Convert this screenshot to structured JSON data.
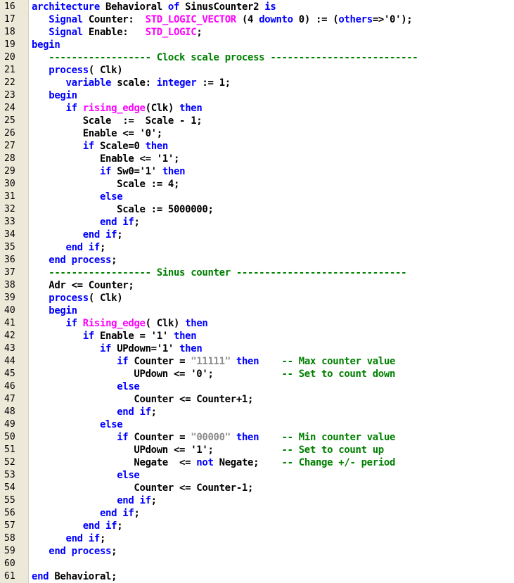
{
  "editor": {
    "language": "VHDL",
    "colors": {
      "keyword": "#0000ff",
      "type_function": "#ff00ff",
      "comment": "#008000",
      "string": "#8c8c8c",
      "text": "#000000",
      "gutter_bg": "#ece9d8"
    },
    "lines": [
      {
        "n": "16",
        "t": [
          [
            "kw",
            "architecture"
          ],
          [
            "tx",
            " Behavioral "
          ],
          [
            "kw",
            "of"
          ],
          [
            "tx",
            " SinusCounter2 "
          ],
          [
            "kw",
            "is"
          ]
        ]
      },
      {
        "n": "17",
        "t": [
          [
            "tx",
            "   "
          ],
          [
            "kw",
            "Signal"
          ],
          [
            "tx",
            " Counter:  "
          ],
          [
            "ty",
            "STD_LOGIC_VECTOR"
          ],
          [
            "tx",
            " (4 "
          ],
          [
            "kw",
            "downto"
          ],
          [
            "tx",
            " 0) := ("
          ],
          [
            "kw",
            "others"
          ],
          [
            "tx",
            "=>'0');"
          ]
        ]
      },
      {
        "n": "18",
        "t": [
          [
            "tx",
            "   "
          ],
          [
            "kw",
            "Signal"
          ],
          [
            "tx",
            " Enable:   "
          ],
          [
            "ty",
            "STD_LOGIC"
          ],
          [
            "tx",
            ";"
          ]
        ]
      },
      {
        "n": "19",
        "t": [
          [
            "kw",
            "begin"
          ]
        ]
      },
      {
        "n": "20",
        "t": [
          [
            "tx",
            "   "
          ],
          [
            "cm",
            "------------------ Clock scale process --------------------------"
          ]
        ]
      },
      {
        "n": "21",
        "t": [
          [
            "tx",
            "   "
          ],
          [
            "kw",
            "process"
          ],
          [
            "tx",
            "( Clk)"
          ]
        ]
      },
      {
        "n": "22",
        "t": [
          [
            "tx",
            "      "
          ],
          [
            "kw",
            "variable"
          ],
          [
            "tx",
            " scale: "
          ],
          [
            "kw",
            "integer"
          ],
          [
            "tx",
            " := 1;"
          ]
        ]
      },
      {
        "n": "23",
        "t": [
          [
            "tx",
            "   "
          ],
          [
            "kw",
            "begin"
          ]
        ]
      },
      {
        "n": "24",
        "t": [
          [
            "tx",
            "      "
          ],
          [
            "kw",
            "if"
          ],
          [
            "tx",
            " "
          ],
          [
            "ty",
            "rising_edge"
          ],
          [
            "tx",
            "(Clk) "
          ],
          [
            "kw",
            "then"
          ]
        ]
      },
      {
        "n": "25",
        "t": [
          [
            "tx",
            "         Scale  :=  Scale - 1;"
          ]
        ]
      },
      {
        "n": "26",
        "t": [
          [
            "tx",
            "         Enable <= '0';"
          ]
        ]
      },
      {
        "n": "27",
        "t": [
          [
            "tx",
            "         "
          ],
          [
            "kw",
            "if"
          ],
          [
            "tx",
            " Scale=0 "
          ],
          [
            "kw",
            "then"
          ]
        ]
      },
      {
        "n": "28",
        "t": [
          [
            "tx",
            "            Enable <= '1';"
          ]
        ]
      },
      {
        "n": "29",
        "t": [
          [
            "tx",
            "            "
          ],
          [
            "kw",
            "if"
          ],
          [
            "tx",
            " Sw0='1' "
          ],
          [
            "kw",
            "then"
          ]
        ]
      },
      {
        "n": "30",
        "t": [
          [
            "tx",
            "               Scale := 4;"
          ]
        ]
      },
      {
        "n": "31",
        "t": [
          [
            "tx",
            "            "
          ],
          [
            "kw",
            "else"
          ]
        ]
      },
      {
        "n": "32",
        "t": [
          [
            "tx",
            "               Scale := 5000000;"
          ]
        ]
      },
      {
        "n": "33",
        "t": [
          [
            "tx",
            "            "
          ],
          [
            "kw",
            "end if"
          ],
          [
            "tx",
            ";"
          ]
        ]
      },
      {
        "n": "34",
        "t": [
          [
            "tx",
            "         "
          ],
          [
            "kw",
            "end if"
          ],
          [
            "tx",
            ";"
          ]
        ]
      },
      {
        "n": "35",
        "t": [
          [
            "tx",
            "      "
          ],
          [
            "kw",
            "end if"
          ],
          [
            "tx",
            ";"
          ]
        ]
      },
      {
        "n": "36",
        "t": [
          [
            "tx",
            "   "
          ],
          [
            "kw",
            "end process"
          ],
          [
            "tx",
            ";"
          ]
        ]
      },
      {
        "n": "37",
        "t": [
          [
            "tx",
            "   "
          ],
          [
            "cm",
            "------------------ Sinus counter ------------------------------"
          ]
        ]
      },
      {
        "n": "38",
        "t": [
          [
            "tx",
            "   Adr <= Counter;"
          ]
        ]
      },
      {
        "n": "39",
        "t": [
          [
            "tx",
            "   "
          ],
          [
            "kw",
            "process"
          ],
          [
            "tx",
            "( Clk)"
          ]
        ]
      },
      {
        "n": "40",
        "t": [
          [
            "tx",
            "   "
          ],
          [
            "kw",
            "begin"
          ]
        ]
      },
      {
        "n": "41",
        "t": [
          [
            "tx",
            "      "
          ],
          [
            "kw",
            "if"
          ],
          [
            "tx",
            " "
          ],
          [
            "ty",
            "Rising_edge"
          ],
          [
            "tx",
            "( Clk) "
          ],
          [
            "kw",
            "then"
          ]
        ]
      },
      {
        "n": "42",
        "t": [
          [
            "tx",
            "         "
          ],
          [
            "kw",
            "if"
          ],
          [
            "tx",
            " Enable = '1' "
          ],
          [
            "kw",
            "then"
          ]
        ]
      },
      {
        "n": "43",
        "t": [
          [
            "tx",
            "            "
          ],
          [
            "kw",
            "if"
          ],
          [
            "tx",
            " UPdown='1' "
          ],
          [
            "kw",
            "then"
          ]
        ]
      },
      {
        "n": "44",
        "t": [
          [
            "tx",
            "               "
          ],
          [
            "kw",
            "if"
          ],
          [
            "tx",
            " Counter = "
          ],
          [
            "st",
            "\"11111\""
          ],
          [
            "tx",
            " "
          ],
          [
            "kw",
            "then"
          ],
          [
            "tx",
            "    "
          ],
          [
            "cm",
            "-- Max counter value"
          ]
        ]
      },
      {
        "n": "45",
        "t": [
          [
            "tx",
            "                  UPdown <= '0';            "
          ],
          [
            "cm",
            "-- Set to count down"
          ]
        ]
      },
      {
        "n": "46",
        "t": [
          [
            "tx",
            "               "
          ],
          [
            "kw",
            "else"
          ]
        ]
      },
      {
        "n": "47",
        "t": [
          [
            "tx",
            "                  Counter <= Counter+1;"
          ]
        ]
      },
      {
        "n": "48",
        "t": [
          [
            "tx",
            "               "
          ],
          [
            "kw",
            "end if"
          ],
          [
            "tx",
            ";"
          ]
        ]
      },
      {
        "n": "49",
        "t": [
          [
            "tx",
            "            "
          ],
          [
            "kw",
            "else"
          ]
        ]
      },
      {
        "n": "50",
        "t": [
          [
            "tx",
            "               "
          ],
          [
            "kw",
            "if"
          ],
          [
            "tx",
            " Counter = "
          ],
          [
            "st",
            "\"00000\""
          ],
          [
            "tx",
            " "
          ],
          [
            "kw",
            "then"
          ],
          [
            "tx",
            "    "
          ],
          [
            "cm",
            "-- Min counter value"
          ]
        ]
      },
      {
        "n": "51",
        "t": [
          [
            "tx",
            "                  UPdown <= '1';            "
          ],
          [
            "cm",
            "-- Set to count up"
          ]
        ]
      },
      {
        "n": "52",
        "t": [
          [
            "tx",
            "                  Negate  <= "
          ],
          [
            "kw",
            "not"
          ],
          [
            "tx",
            " Negate;    "
          ],
          [
            "cm",
            "-- Change +/- period"
          ]
        ]
      },
      {
        "n": "53",
        "t": [
          [
            "tx",
            "               "
          ],
          [
            "kw",
            "else"
          ]
        ]
      },
      {
        "n": "54",
        "t": [
          [
            "tx",
            "                  Counter <= Counter-1;"
          ]
        ]
      },
      {
        "n": "55",
        "t": [
          [
            "tx",
            "               "
          ],
          [
            "kw",
            "end if"
          ],
          [
            "tx",
            ";"
          ]
        ]
      },
      {
        "n": "56",
        "t": [
          [
            "tx",
            "            "
          ],
          [
            "kw",
            "end if"
          ],
          [
            "tx",
            ";"
          ]
        ]
      },
      {
        "n": "57",
        "t": [
          [
            "tx",
            "         "
          ],
          [
            "kw",
            "end if"
          ],
          [
            "tx",
            ";"
          ]
        ]
      },
      {
        "n": "58",
        "t": [
          [
            "tx",
            "      "
          ],
          [
            "kw",
            "end if"
          ],
          [
            "tx",
            ";"
          ]
        ]
      },
      {
        "n": "59",
        "t": [
          [
            "tx",
            "   "
          ],
          [
            "kw",
            "end process"
          ],
          [
            "tx",
            ";"
          ]
        ]
      },
      {
        "n": "60",
        "t": []
      },
      {
        "n": "61",
        "t": [
          [
            "kw",
            "end"
          ],
          [
            "tx",
            " Behavioral;"
          ]
        ]
      }
    ]
  }
}
